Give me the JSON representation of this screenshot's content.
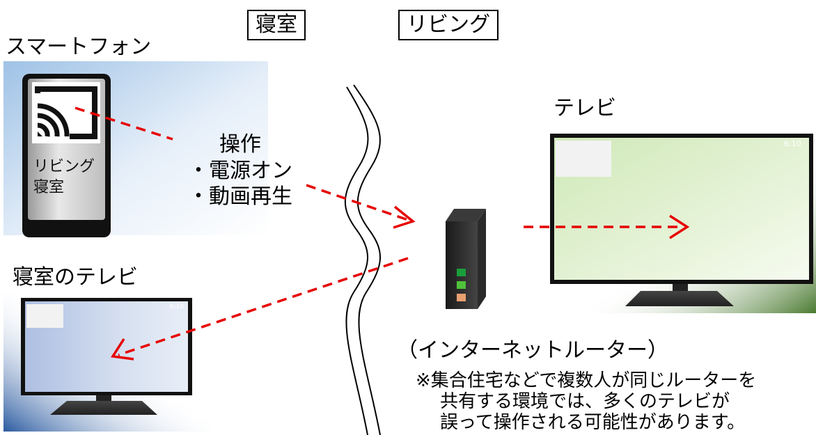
{
  "rooms": {
    "bedroom": "寝室",
    "living": "リビング"
  },
  "smartphone": {
    "title": "スマートフォン",
    "screen_lines": [
      "リビング",
      "寝室"
    ],
    "icon": "cast-icon"
  },
  "operation": {
    "heading": "操作",
    "items": [
      "・電源オン",
      "・動画再生"
    ]
  },
  "tv_living": {
    "title": "テレビ",
    "time": "6:10"
  },
  "tv_bedroom": {
    "title": "寝室のテレビ",
    "time": "6:10"
  },
  "router": {
    "caption": "（インターネットルーター）"
  },
  "note": {
    "lines": [
      "※集合住宅などで複数人が同じルーターを",
      "共有する環境では、多くのテレビが",
      "誤って操作される可能性があります。"
    ]
  },
  "colors": {
    "arrow": "#e60000",
    "led_top": "#1a9e3a",
    "led_mid": "#4fc23a",
    "led_bottom": "#e8a070"
  }
}
